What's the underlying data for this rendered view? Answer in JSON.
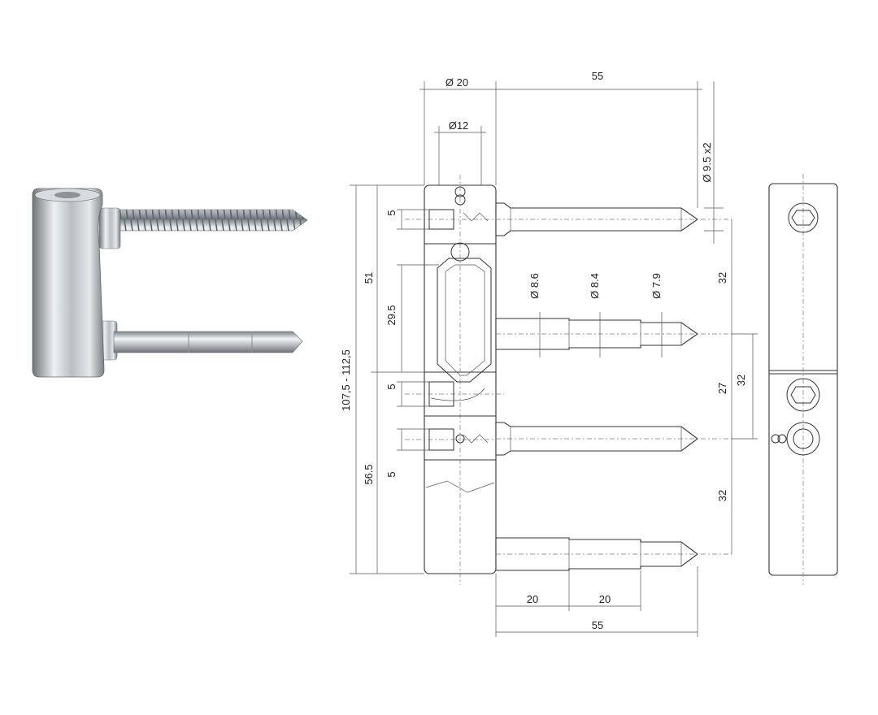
{
  "dimensions": {
    "top_dia_20": "Ø 20",
    "top_55": "55",
    "top_dia_12": "Ø12",
    "dia_95_x2": "Ø 9.5 x2",
    "left_5_a": "5",
    "left_51": "51",
    "left_295": "29.5",
    "left_5_b": "5",
    "left_range": "107,5 - 112,5",
    "left_565": "56.5",
    "left_5_c": "5",
    "dia_86": "Ø 8.6",
    "dia_84": "Ø 8.4",
    "dia_79": "Ø 7.9",
    "right_32_a": "32",
    "right_27": "27",
    "right_32_b": "32",
    "far_right_32": "32",
    "bottom_20_a": "20",
    "bottom_20_b": "20",
    "bottom_55": "55"
  },
  "colors": {
    "line": "#333333",
    "metal_light": "#eef0f2",
    "metal_dark": "#6d7378"
  }
}
